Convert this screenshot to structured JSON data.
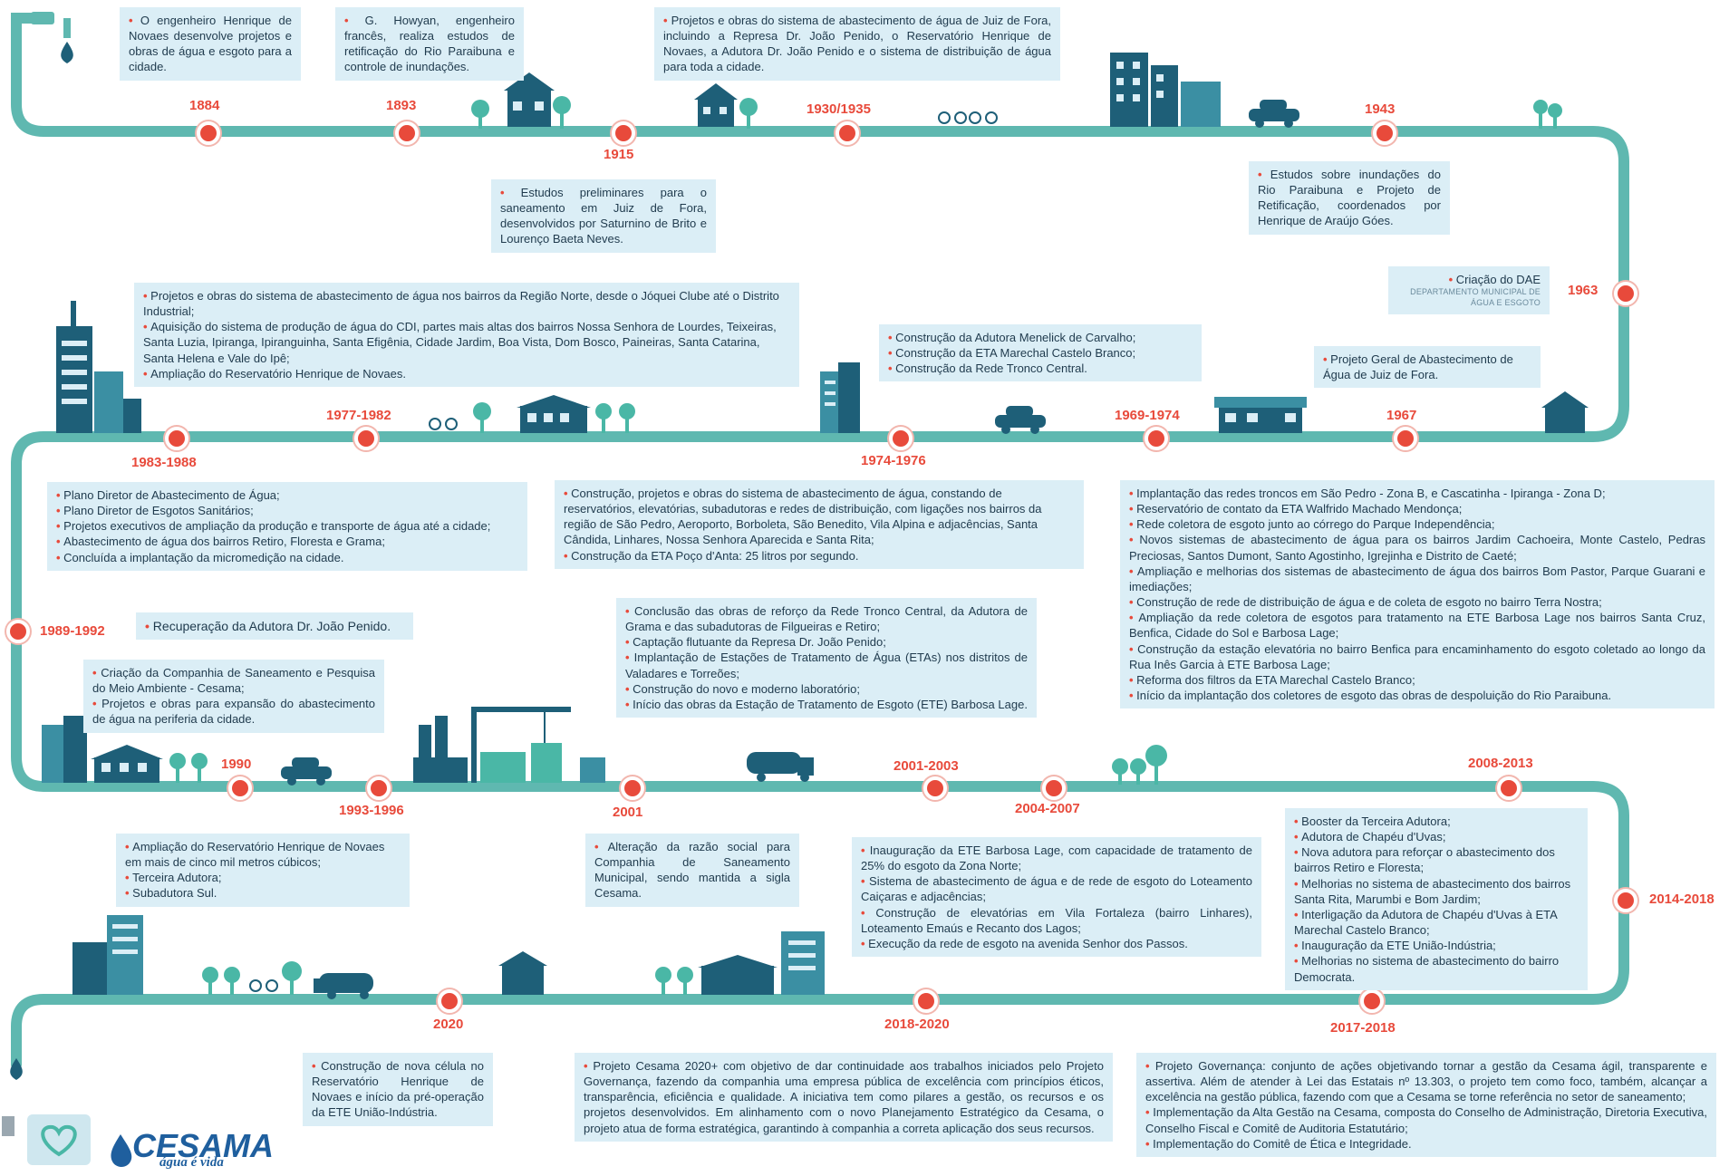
{
  "colors": {
    "pipe": "#5fb8b0",
    "accent": "#e84a3b",
    "box": "#dbeef6",
    "building": "#1e5f78",
    "building_light": "#3b8fa3",
    "tree": "#4ab7a6",
    "text": "#1f3a4d"
  },
  "events": [
    {
      "id": "1884",
      "year": "1884",
      "items": [
        "O engenheiro Henrique de Novaes desenvolve projetos e obras de água e esgoto para a cidade."
      ]
    },
    {
      "id": "1893",
      "year": "1893",
      "items": [
        "G. Howyan, engenheiro francês, realiza estudos de retificação do Rio Paraibuna e controle de inundações."
      ]
    },
    {
      "id": "1915",
      "year": "1915",
      "items": [
        "Estudos preliminares para o saneamento em Juiz de Fora, desenvolvidos por Saturnino de Brito e Lourenço Baeta Neves."
      ]
    },
    {
      "id": "1930",
      "year": "1930/1935",
      "items": [
        "Projetos e obras do sistema de abastecimento de água de Juiz de Fora, incluindo a Represa Dr. João Penido, o Reservatório Henrique de Novaes, a Adutora Dr. João Penido e o sistema de distribuição de água para toda a cidade."
      ]
    },
    {
      "id": "1943",
      "year": "1943",
      "items": [
        "Estudos sobre inundações do Rio Paraibuna e Projeto de Retificação, coordenados por Henrique de Araújo Góes."
      ]
    },
    {
      "id": "1963",
      "year": "1963",
      "items": [
        "Criação do DAE"
      ],
      "sub": "DEPARTAMENTO MUNICIPAL DE ÁGUA E ESGOTO"
    },
    {
      "id": "1967",
      "year": "1967",
      "items": [
        "Projeto Geral de Abastecimento de Água de Juiz de Fora."
      ]
    },
    {
      "id": "1969",
      "year": "1969-1974",
      "items": [
        "Construção da Adutora Menelick de Carvalho;",
        "Construção da ETA Marechal Castelo Branco;",
        "Construção da Rede Tronco Central."
      ]
    },
    {
      "id": "1974",
      "year": "1974-1976",
      "items": [
        "Construção, projetos e obras do sistema de abastecimento de água, constando de reservatórios, elevatórias, subadutoras e redes de distribuição, com ligações nos bairros da região de São Pedro, Aeroporto, Borboleta, São Benedito, Vila Alpina e adjacências, Santa Cândida, Linhares, Nossa Senhora Aparecida e Santa Rita;",
        "Construção da ETA Poço d'Anta: 25 litros por segundo."
      ]
    },
    {
      "id": "1977",
      "year": "1977-1982",
      "items": [
        "Projetos e obras do sistema de abastecimento de água nos bairros da Região Norte, desde o Jóquei Clube até o Distrito Industrial;",
        "Aquisição do sistema de produção de água do CDI, partes mais altas dos bairros Nossa Senhora de Lourdes, Teixeiras, Santa Luzia, Ipiranga, Ipiranguinha, Santa Efigênia, Cidade Jardim, Boa Vista, Dom Bosco, Paineiras, Santa Catarina, Santa Helena e Vale do Ipê;",
        "Ampliação do Reservatório Henrique de Novaes."
      ]
    },
    {
      "id": "1983",
      "year": "1983-1988",
      "items": [
        "Plano Diretor de Abastecimento de Água;",
        "Plano Diretor de Esgotos Sanitários;",
        "Projetos executivos de ampliação da produção e transporte de água até a cidade;",
        "Abastecimento de água dos bairros Retiro, Floresta e Grama;",
        "Concluída a implantação da micromedição na cidade."
      ]
    },
    {
      "id": "1989",
      "year": "1989-1992",
      "items": [
        "Recuperação da Adutora Dr. João Penido."
      ]
    },
    {
      "id": "1990",
      "year": "1990",
      "items": [
        "Criação da Companhia de Saneamento e Pesquisa do Meio Ambiente - Cesama;",
        "Projetos e obras para expansão do abastecimento de água na periferia da cidade."
      ]
    },
    {
      "id": "1993",
      "year": "1993-1996",
      "items": [
        "Ampliação do Reservatório Henrique de Novaes em mais de cinco mil metros cúbicos;",
        "Terceira Adutora;",
        "Subadutora Sul."
      ]
    },
    {
      "id": "2001",
      "year": "2001",
      "items": [
        "Alteração da razão social para Companhia de Saneamento Municipal, sendo mantida a sigla Cesama."
      ]
    },
    {
      "id": "2001b",
      "year": "2001-2003",
      "items": [
        "Conclusão das obras de reforço da Rede Tronco Central, da Adutora de Grama e das subadutoras de Filgueiras e Retiro;",
        "Captação flutuante da Represa Dr. João Penido;",
        "Implantação de Estações de Tratamento de Água (ETAs) nos distritos de Valadares e Torreões;",
        "Construção do novo e moderno laboratório;",
        "Início das obras da Estação de Tratamento de Esgoto (ETE) Barbosa Lage."
      ]
    },
    {
      "id": "2004",
      "year": "2004-2007",
      "items": [
        "Inauguração da ETE Barbosa Lage, com capacidade de tratamento de 25% do esgoto da Zona Norte;",
        "Sistema de abastecimento de água e de rede de esgoto do Loteamento Caiçaras e adjacências;",
        "Construção de elevatórias em Vila Fortaleza (bairro Linhares), Loteamento Emaús e Recanto dos Lagos;",
        "Execução da rede de esgoto na avenida Senhor dos Passos."
      ]
    },
    {
      "id": "2008",
      "year": "2008-2013",
      "items": [
        "Implantação das redes troncos em São Pedro - Zona B, e Cascatinha - Ipiranga - Zona D;",
        "Reservatório de contato da ETA Walfrido Machado Mendonça;",
        "Rede coletora de esgoto junto ao córrego do Parque Independência;",
        "Novos sistemas de abastecimento de água para os bairros Jardim Cachoeira, Monte Castelo, Pedras Preciosas, Santos Dumont, Santo Agostinho, Igrejinha e Distrito de Caeté;",
        "Ampliação e melhorias dos sistemas de abastecimento de água dos bairros Bom Pastor, Parque Guarani e imediações;",
        "Construção de rede de distribuição de água e de coleta de esgoto no bairro Terra Nostra;",
        "Ampliação da rede coletora de esgotos para tratamento na ETE Barbosa Lage nos bairros Santa Cruz, Benfica, Cidade do Sol e Barbosa Lage;",
        "Construção da estação elevatória no bairro Benfica para encaminhamento do esgoto coletado ao longo da Rua Inês Garcia à ETE Barbosa Lage;",
        "Reforma dos filtros da ETA Marechal Castelo Branco;",
        "Início da implantação dos coletores de esgoto das obras de despoluição do Rio Paraibuna."
      ]
    },
    {
      "id": "2014",
      "year": "2014-2018",
      "items": [
        "Booster da Terceira Adutora;",
        "Adutora de Chapéu d'Uvas;",
        "Nova adutora para reforçar o abastecimento dos bairros Retiro e Floresta;",
        "Melhorias no sistema de abastecimento dos bairros Santa Rita, Marumbi e Bom Jardim;",
        "Interligação da Adutora de Chapéu d'Uvas à ETA Marechal Castelo Branco;",
        "Inauguração da ETE União-Indústria;",
        "Melhorias no sistema de abastecimento do bairro Democrata."
      ]
    },
    {
      "id": "2017",
      "year": "2017-2018",
      "items": [
        "Projeto Governança: conjunto de ações objetivando tornar a gestão da Cesama ágil, transparente e assertiva. Além de atender à Lei das Estatais nº 13.303, o projeto tem como foco, também, alcançar a excelência na gestão pública, fazendo com que a Cesama se torne referência no setor de saneamento;",
        "Implementação da Alta Gestão na Cesama, composta do Conselho de Administração, Diretoria Executiva, Conselho Fiscal e Comitê de Auditoria Estatutário;",
        "Implementação do Comitê de Ética e Integridade."
      ]
    },
    {
      "id": "2018",
      "year": "2018-2020",
      "items": [
        "Projeto Cesama 2020+ com objetivo de dar continuidade aos trabalhos iniciados pelo Projeto Governança, fazendo da companhia uma empresa pública de excelência com princípios éticos, transparência, eficiência e qualidade. A iniciativa tem como pilares a gestão, os recursos e os projetos desenvolvidos. Em alinhamento com o novo Planejamento Estratégico da Cesama, o projeto atua de forma estratégica, garantindo à companhia a correta aplicação dos seus recursos."
      ]
    },
    {
      "id": "2020",
      "year": "2020",
      "items": [
        "Construção de nova célula no Reservatório Henrique de Novaes e início da pré-operação da ETE União-Indústria."
      ]
    }
  ],
  "logo": {
    "name": "CESAMA",
    "tagline": "água é vida"
  }
}
